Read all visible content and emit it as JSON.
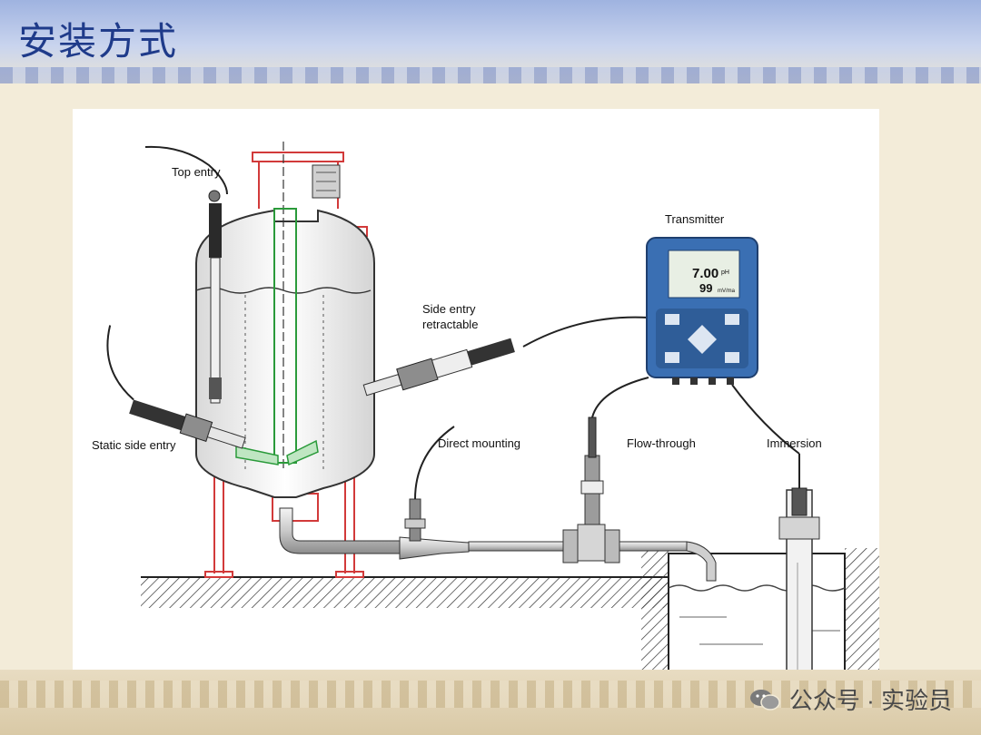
{
  "slide": {
    "title": "安装方式"
  },
  "diagram": {
    "labels": {
      "top_entry": "Top entry",
      "static_side_entry": "Static side entry",
      "side_entry_line1": "Side entry",
      "side_entry_line2": "retractable",
      "direct_mounting": "Direct mounting",
      "flow_through": "Flow-through",
      "immersion": "Immersion",
      "transmitter": "Transmitter"
    },
    "display": {
      "ph_value": "7.00",
      "ph_unit": "pH",
      "mv_value": "99",
      "mv_unit": "mV/ma"
    }
  },
  "watermark": {
    "text": "公众号 · 实验员",
    "icon": "wechat-icon"
  }
}
